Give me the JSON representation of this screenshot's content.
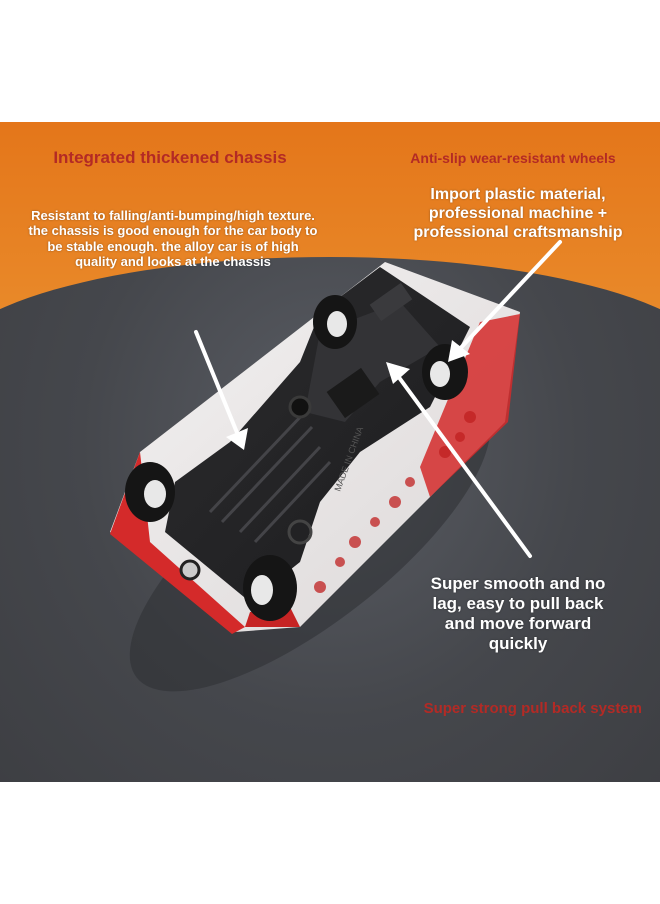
{
  "labels": {
    "chassis_title": "Integrated thickened chassis",
    "chassis_desc": "Resistant to falling/anti-bumping/high texture. the chassis is good enough for the car body to be stable enough. the alloy car is of high quality and looks at the chassis",
    "wheels_title": "Anti-slip wear-resistant wheels",
    "wheels_desc": "Import plastic material, professional machine + professional craftsmanship",
    "pullback_desc": "Super smooth and no lag, easy to pull back and move forward quickly",
    "pullback_title": "Super strong pull back system"
  },
  "chassis_stamp": "MADE IN CHINA",
  "colors": {
    "accent_red": "#b32a25",
    "background_orange": "#e4761a",
    "table_gray": "#45474c",
    "car_red": "#d42a2a"
  }
}
